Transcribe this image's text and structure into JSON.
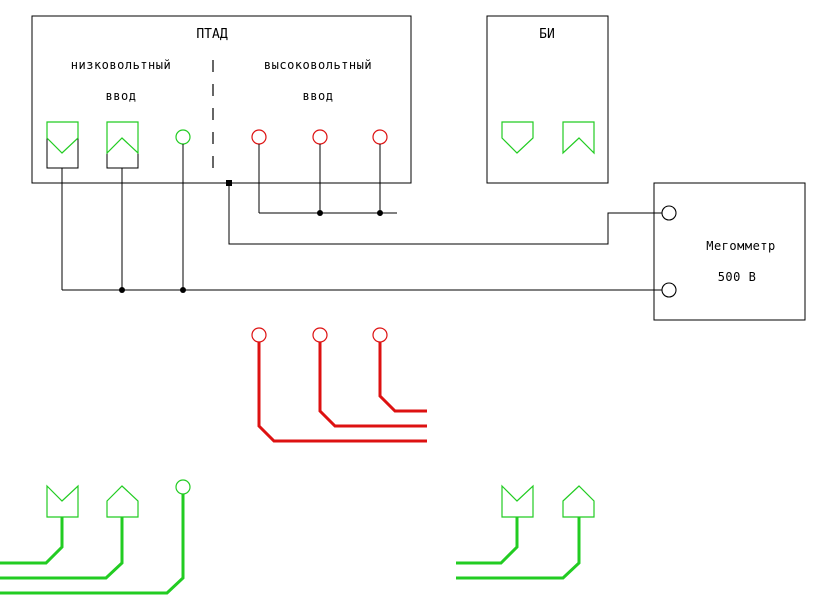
{
  "ptad": {
    "title": "ПТАД",
    "low_voltage_line1": "низковольтный",
    "low_voltage_line2": "ввод",
    "high_voltage_line1": "высоковольтный",
    "high_voltage_line2": "ввод"
  },
  "bi": {
    "title": "БИ"
  },
  "megger": {
    "label": "Мегомметр",
    "voltage": "500 В"
  },
  "colors": {
    "frame": "#000000",
    "low_voltage": "#22cc22",
    "high_voltage": "#dd1111",
    "junction": "#000000"
  }
}
